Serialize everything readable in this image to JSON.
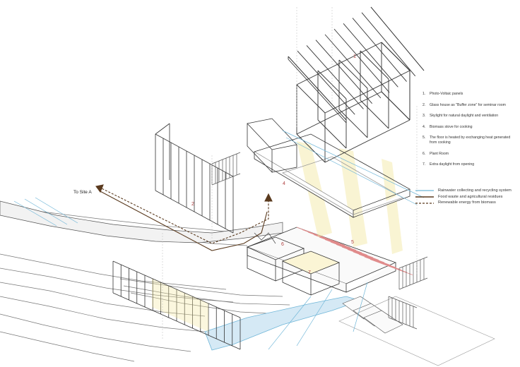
{
  "diagram": {
    "site_label": "To Site A",
    "legend_items": [
      {
        "num": "1.",
        "text": "Photo-Voltaic panels"
      },
      {
        "num": "2.",
        "text": "Glass house as \"Buffer zone\" for seminar room"
      },
      {
        "num": "3.",
        "text": "Skylight for natural daylight and ventilation"
      },
      {
        "num": "4.",
        "text": "Biomass stove for cooking"
      },
      {
        "num": "5.",
        "text": "The floor is heated by exchanging heat generated from cooking"
      },
      {
        "num": "6.",
        "text": "Plant Room"
      },
      {
        "num": "7.",
        "text": "Extra daylight from opening"
      }
    ],
    "systems": [
      {
        "label": "Rainwater collecting and recycling system",
        "color": "#6fb6d8",
        "style": "solid"
      },
      {
        "label": "Food waste and agricultural residues",
        "color": "#5a3a1e",
        "style": "solid"
      },
      {
        "label": "Renewable energy from biomass",
        "color": "#5a3a1e",
        "style": "dashed"
      }
    ],
    "tags": [
      {
        "key": "tag-1",
        "text": "1"
      },
      {
        "key": "tag-2",
        "text": "2"
      },
      {
        "key": "tag-4",
        "text": "4"
      },
      {
        "key": "tag-5",
        "text": "5"
      },
      {
        "key": "tag-6",
        "text": "6"
      },
      {
        "key": "tag-7",
        "text": "7"
      }
    ],
    "colors": {
      "line": "#333333",
      "water": "#6fb6d8",
      "water_fill": "#d5e9f5",
      "heat": "#e08a8a",
      "daylight": "#f3e7a0",
      "biomass": "#5a3a1e",
      "tag": "#b04040"
    }
  }
}
